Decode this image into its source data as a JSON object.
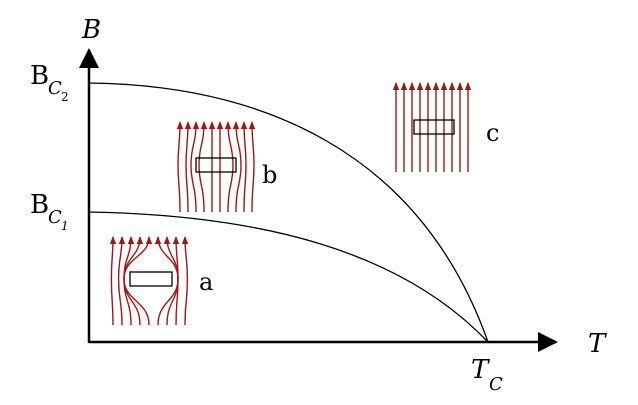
{
  "axes": {
    "y_label": "B",
    "x_label": "T",
    "bc2": {
      "main": "B",
      "sub": "C",
      "subsub": "2"
    },
    "bc1": {
      "main": "B",
      "sub": "C",
      "subsub": "1"
    },
    "tc": {
      "main": "T",
      "sub": "C"
    }
  },
  "regions": {
    "a": "a",
    "b": "b",
    "c": "c"
  },
  "colors": {
    "field_line": "#a31515",
    "axis": "#000000",
    "curve": "#000000"
  }
}
